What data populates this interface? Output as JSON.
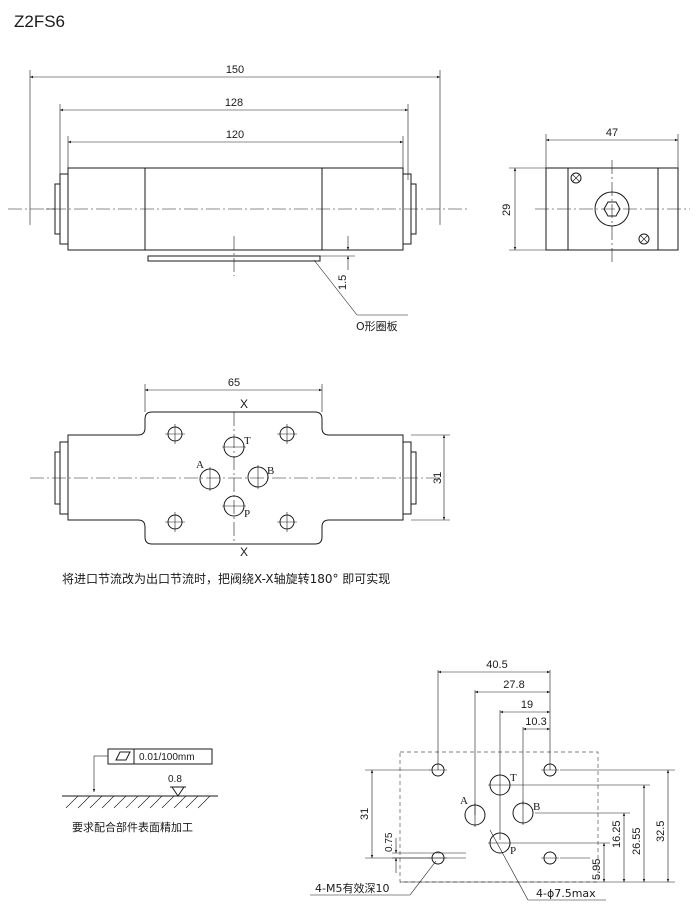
{
  "title": "Z2FS6",
  "side_view": {
    "dims": [
      "150",
      "128",
      "120"
    ],
    "gap_dim": "1.5",
    "callout": "O形圈板"
  },
  "end_view": {
    "width_dim": "47",
    "height_dim": "29"
  },
  "top_view": {
    "width_dim": "65",
    "height_dim": "31",
    "section_mark": "X",
    "ports": [
      "T",
      "A",
      "B",
      "P"
    ]
  },
  "note": "将进口节流改为出口节流时，把阀绕X-X轴旋转180° 即可实现",
  "surface": {
    "flatness": "0.01/100mm",
    "roughness": "0.8",
    "caption": "要求配合部件表面精加工"
  },
  "mounting": {
    "h_dims": [
      "40.5",
      "27.8",
      "19",
      "10.3"
    ],
    "v_dims": [
      "32.5",
      "26.55",
      "16.25",
      "5.95"
    ],
    "left_dims": [
      "31",
      "0.75"
    ],
    "ports": [
      "T",
      "A",
      "B",
      "P"
    ],
    "thread_note": "4-M5有效深10",
    "hole_note": "4-ϕ7.5max"
  }
}
